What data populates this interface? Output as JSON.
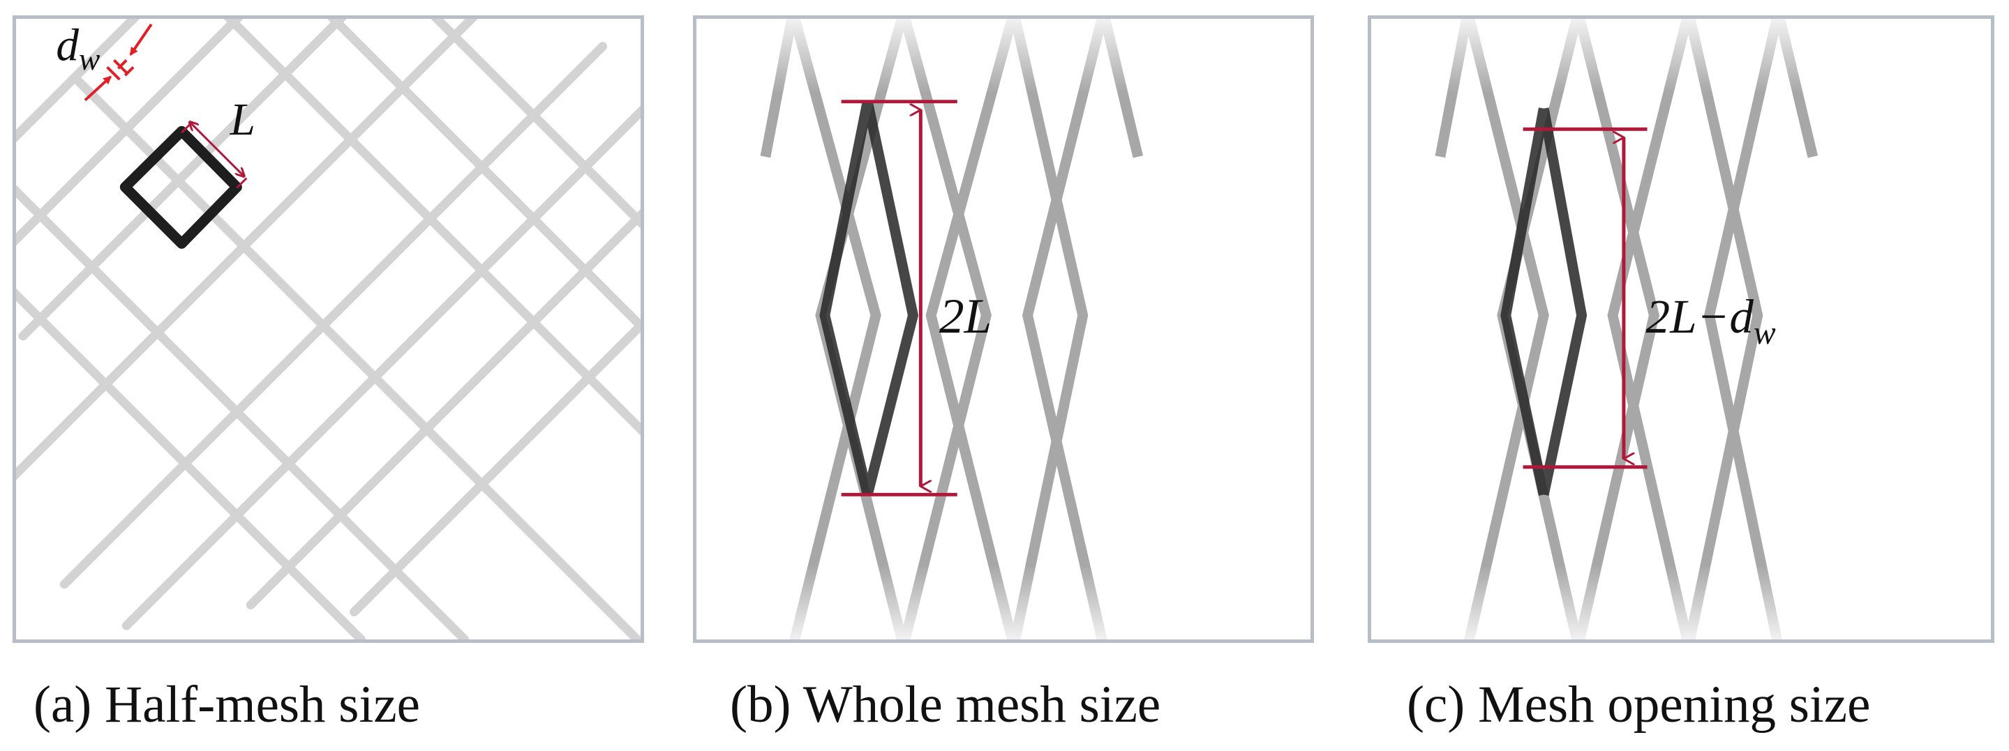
{
  "panels": [
    {
      "caption": "(a) Half-mesh size",
      "annotations": {
        "wire": "d",
        "wire_sub": "w",
        "length": "L"
      }
    },
    {
      "caption": "(b) Whole mesh size",
      "annotations": {
        "length": "2L"
      }
    },
    {
      "caption": "(c) Mesh opening size",
      "annotations": {
        "length_main": "2L−d",
        "length_sub": "w"
      }
    }
  ],
  "colors": {
    "annotation_red": "#e31e24",
    "dimension_crimson": "#b0183a",
    "mesh_light": "#c8c8c8",
    "mesh_mid": "#8a8a8a",
    "mesh_dark": "#1a1a1a",
    "frame": "#b8bec8"
  }
}
